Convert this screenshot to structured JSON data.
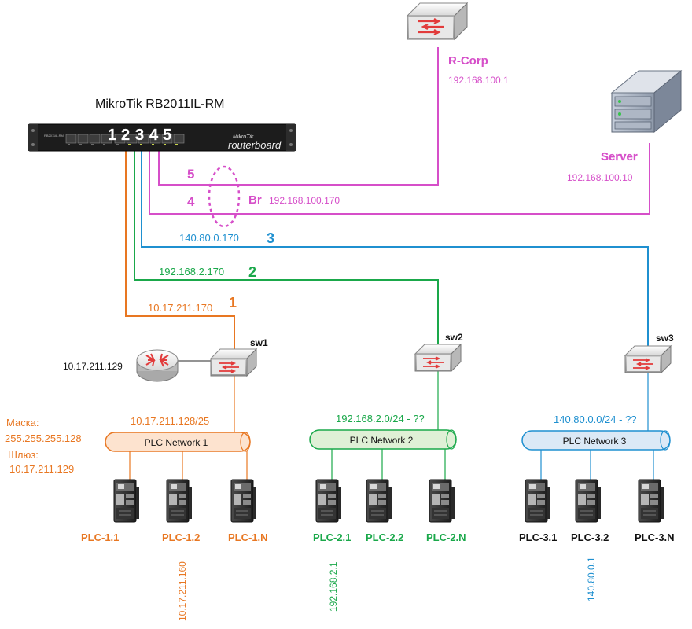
{
  "router": {
    "title": "MikroTik RB2011IL-RM",
    "port_numbers": [
      "1",
      "2",
      "3",
      "4",
      "5"
    ],
    "brand_small": "MikroTik",
    "brand_big": "routerboard",
    "model_tiny": "RB2011iL-RM"
  },
  "links": {
    "port1": {
      "num": "1",
      "ip": "10.17.211.170",
      "color": "#e87722"
    },
    "port2": {
      "num": "2",
      "ip": "192.168.2.170",
      "color": "#1aa84a"
    },
    "port3": {
      "num": "3",
      "ip": "140.80.0.170",
      "color": "#1f90d0"
    },
    "port4": {
      "num": "4",
      "color": "#d64fc9"
    },
    "port5": {
      "num": "5",
      "color": "#d64fc9"
    }
  },
  "bridge": {
    "label": "Br",
    "ip": "192.168.100.170"
  },
  "rcorp": {
    "label": "R-Corp",
    "ip": "192.168.100.1"
  },
  "server": {
    "label": "Server",
    "ip": "192.168.100.10"
  },
  "gateway_router": {
    "ip": "10.17.211.129"
  },
  "switches": {
    "sw1": "sw1",
    "sw2": "sw2",
    "sw3": "sw3"
  },
  "networks": [
    {
      "name": "PLC Network 1",
      "subnet": "10.17.211.128/25",
      "fill": "#fde3cf",
      "stroke": "#e87722"
    },
    {
      "name": "PLC Network 2",
      "subnet": "192.168.2.0/24 - ??",
      "fill": "#dff0d6",
      "stroke": "#1aa84a"
    },
    {
      "name": "PLC Network 3",
      "subnet": "140.80.0.0/24 - ??",
      "fill": "#dbe9f6",
      "stroke": "#1f90d0"
    }
  ],
  "net1_notes": {
    "mask_label": "Маска:",
    "mask_value": "255.255.255.128",
    "gateway_label": "Шлюз:",
    "gateway_value": "10.17.211.129"
  },
  "plcs": [
    {
      "label": "PLC-1.1",
      "color": "#e87722"
    },
    {
      "label": "PLC-1.2",
      "color": "#e87722"
    },
    {
      "label": "PLC-1.N",
      "color": "#e87722"
    },
    {
      "label": "PLC-2.1",
      "color": "#1aa84a"
    },
    {
      "label": "PLC-2.2",
      "color": "#1aa84a"
    },
    {
      "label": "PLC-2.N",
      "color": "#1aa84a"
    },
    {
      "label": "PLC-3.1",
      "color": "#111111"
    },
    {
      "label": "PLC-3.2",
      "color": "#111111"
    },
    {
      "label": "PLC-3.N",
      "color": "#111111"
    }
  ],
  "plc_ips": {
    "plc12": "10.17.211.160",
    "plc21": "192.168.2.1",
    "plc32": "140.80.0.1"
  }
}
